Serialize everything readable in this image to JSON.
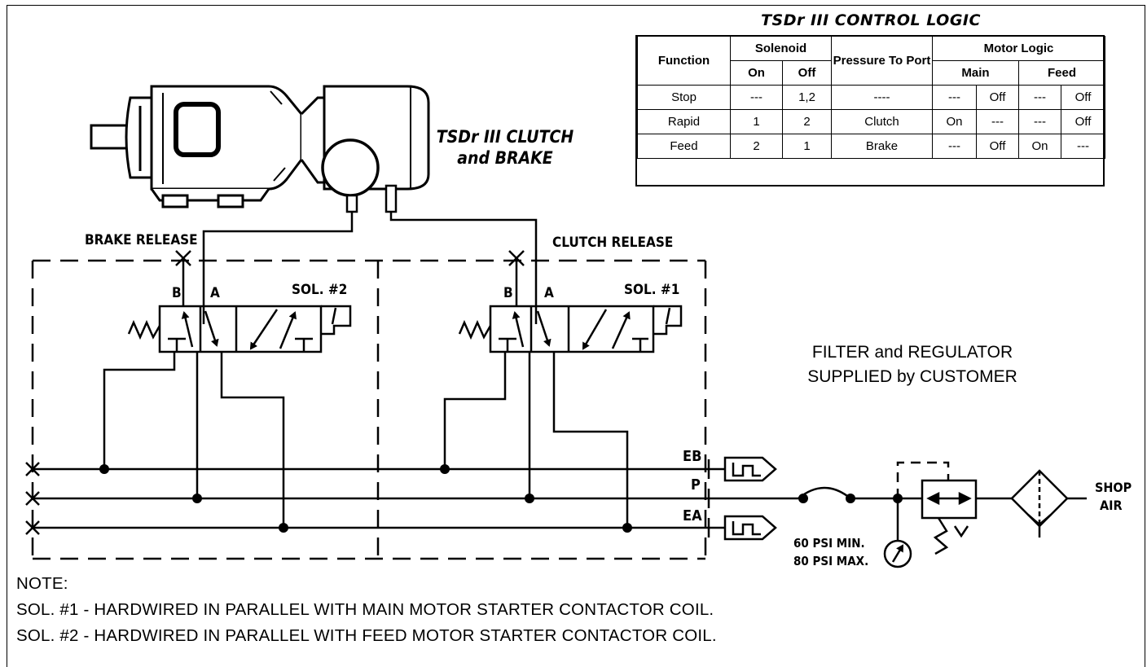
{
  "logic_table": {
    "title": "TSDr III CONTROL LOGIC",
    "headers": {
      "function": "Function",
      "solenoid": "Solenoid",
      "on": "On",
      "off": "Off",
      "pressure": "Pressure To Port",
      "motor_logic": "Motor Logic",
      "main": "Main",
      "feed": "Feed"
    },
    "rows": [
      {
        "function": "Stop",
        "sol_on": "---",
        "sol_off": "1,2",
        "pressure": "----",
        "main_a": "---",
        "main_b": "Off",
        "feed_a": "---",
        "feed_b": "Off"
      },
      {
        "function": "Rapid",
        "sol_on": "1",
        "sol_off": "2",
        "pressure": "Clutch",
        "main_a": "On",
        "main_b": "---",
        "feed_a": "---",
        "feed_b": "Off"
      },
      {
        "function": "Feed",
        "sol_on": "2",
        "sol_off": "1",
        "pressure": "Brake",
        "main_a": "---",
        "main_b": "Off",
        "feed_a": "On",
        "feed_b": "---"
      }
    ]
  },
  "labels": {
    "clutch_brake_line1": "TSDr III CLUTCH",
    "clutch_brake_line2": "and BRAKE",
    "brake_release": "BRAKE RELEASE",
    "clutch_release": "CLUTCH RELEASE",
    "port_b": "B",
    "port_a": "A",
    "sol2": "SOL. #2",
    "sol1": "SOL. #1",
    "eb": "EB",
    "p": "P",
    "ea": "EA",
    "psi_min": "60 PSI MIN.",
    "psi_max": "80 PSI MAX.",
    "shop": "SHOP",
    "air": "AIR"
  },
  "filter_note": {
    "line1": "FILTER and REGULATOR",
    "line2": "SUPPLIED by CUSTOMER"
  },
  "notes": {
    "heading": "NOTE:",
    "line1": "SOL. #1 - HARDWIRED IN PARALLEL WITH MAIN MOTOR STARTER CONTACTOR COIL.",
    "line2": "SOL. #2 - HARDWIRED IN PARALLEL WITH FEED MOTOR STARTER CONTACTOR COIL."
  }
}
